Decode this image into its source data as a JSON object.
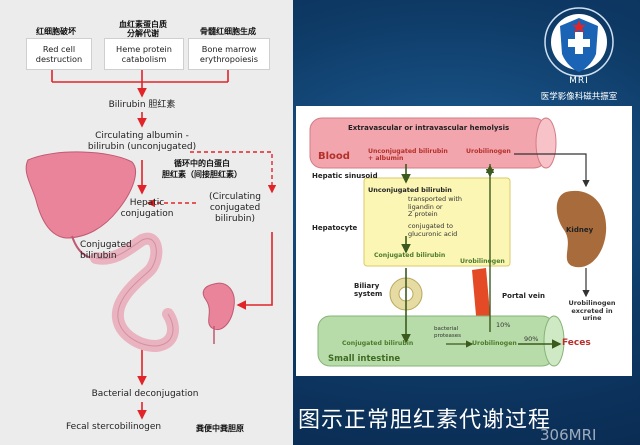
{
  "left": {
    "box1_cn": "红细胞破坏",
    "box1_en": "Red cell destruction",
    "box2_cn": "血红素蛋白质\n分解代谢",
    "box2_en": "Heme protein catabolism",
    "box3_cn": "骨髓红细胞生成",
    "box3_en": "Bone marrow erythropoiesis",
    "bilirubin": "Bilirubin 胆红素",
    "circ_albumin": "Circulating albumin -\nbilirubin (unconjugated)",
    "circ_cn": "循环中的白蛋白\n胆红素（间接胆红素）",
    "hepatic_conj": "Hepatic\nconjugation",
    "circ_conj": "(Circulating\nconjugated\nbilirubin)",
    "conj_bili": "Conjugated\nbilirubin",
    "bact_deconj": "Bacterial deconjugation",
    "fecal": "Fecal stercobilinogen",
    "fecal_cn": "粪便中粪胆原"
  },
  "right": {
    "hemolysis": "Extravascular or intravascular hemolysis",
    "blood": "Blood",
    "unconj_albumin": "Unconjugated bilirubin\n+ albumin",
    "urobilinogen": "Urobilinogen",
    "hepatic_sinusoid": "Hepatic sinusoid",
    "hepatocyte": "Hepatocyte",
    "unconj_bili": "Unconjugated bilirubin",
    "transported": "transported with\nligandin or\nZ protein",
    "conj_to": "conjugated to\nglucuronic acid",
    "conj_bili": "Conjugated bilirubin",
    "urobilinogen2": "Urobilinogen",
    "kidney": "Kidney",
    "biliary": "Biliary\nsystem",
    "portal_vein": "Portal vein",
    "urine": "Urobilinogen\nexcreted in\nurine",
    "pct10": "10%",
    "bacterial": "bacterial\nproteases",
    "conj_bili2": "Conjugated bilirubin",
    "urobilinogen3": "Urobilinogen",
    "pct90": "90%",
    "feces": "Feces",
    "small_intestine": "Small intestine"
  },
  "logo": {
    "mri": "MRI",
    "name": "医学影像科磁共振室"
  },
  "caption": "图示正常胆红素代谢过程",
  "watermark": "306MRI",
  "colors": {
    "background": "#0e3a66",
    "arrow_red": "#e0242a",
    "liver_pink": "#e9849a",
    "blood_pink": "#f2a5ad",
    "hepatocyte_yellow": "#fbf6b4",
    "intestine_green": "#b7dca9",
    "kidney_brown": "#a86b3c",
    "portal_red": "#e34a25"
  }
}
